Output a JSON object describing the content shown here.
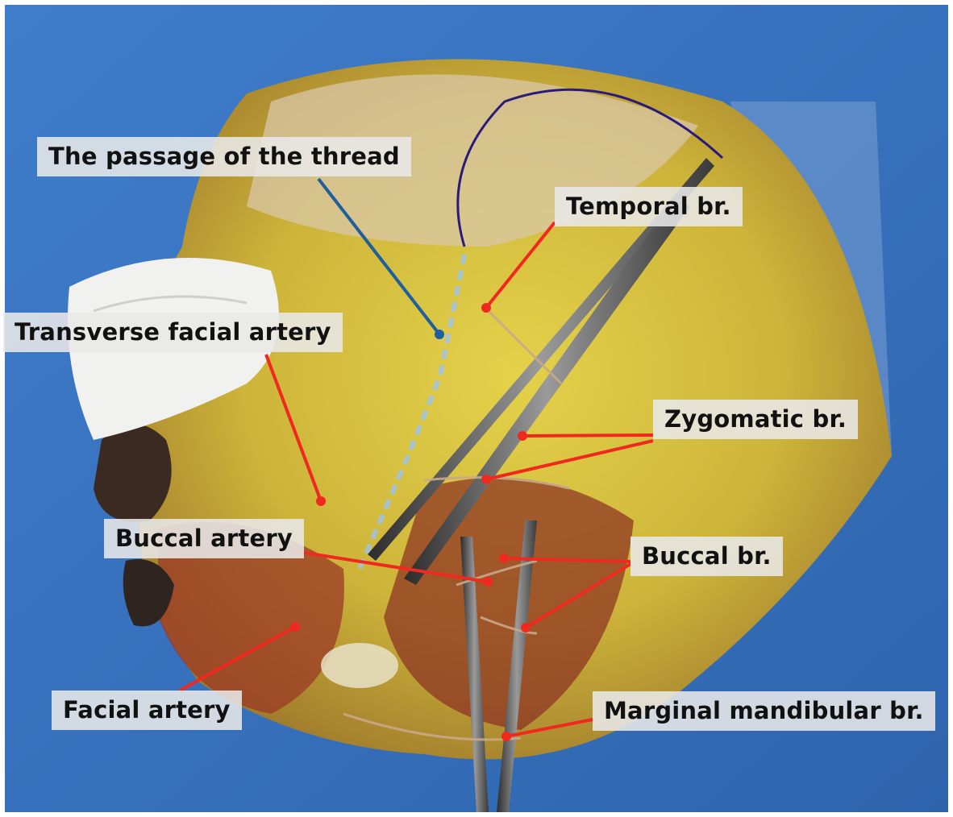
{
  "labels": {
    "thread_passage": "The passage of the thread",
    "temporal_branch": "Temporal br.",
    "transverse_facial_artery": "Transverse facial artery",
    "zygomatic_branch": "Zygomatic br.",
    "buccal_artery": "Buccal artery",
    "buccal_branch": "Buccal br.",
    "facial_artery": "Facial artery",
    "marginal_mandibular_branch": "Marginal mandibular br."
  },
  "colors": {
    "pointer_red": "#f0291e",
    "pointer_blue": "#1f5f9e",
    "drape_blue": "#3a76c4",
    "fat_yellow": "#d9c23a",
    "tissue_red": "#a8452c"
  }
}
